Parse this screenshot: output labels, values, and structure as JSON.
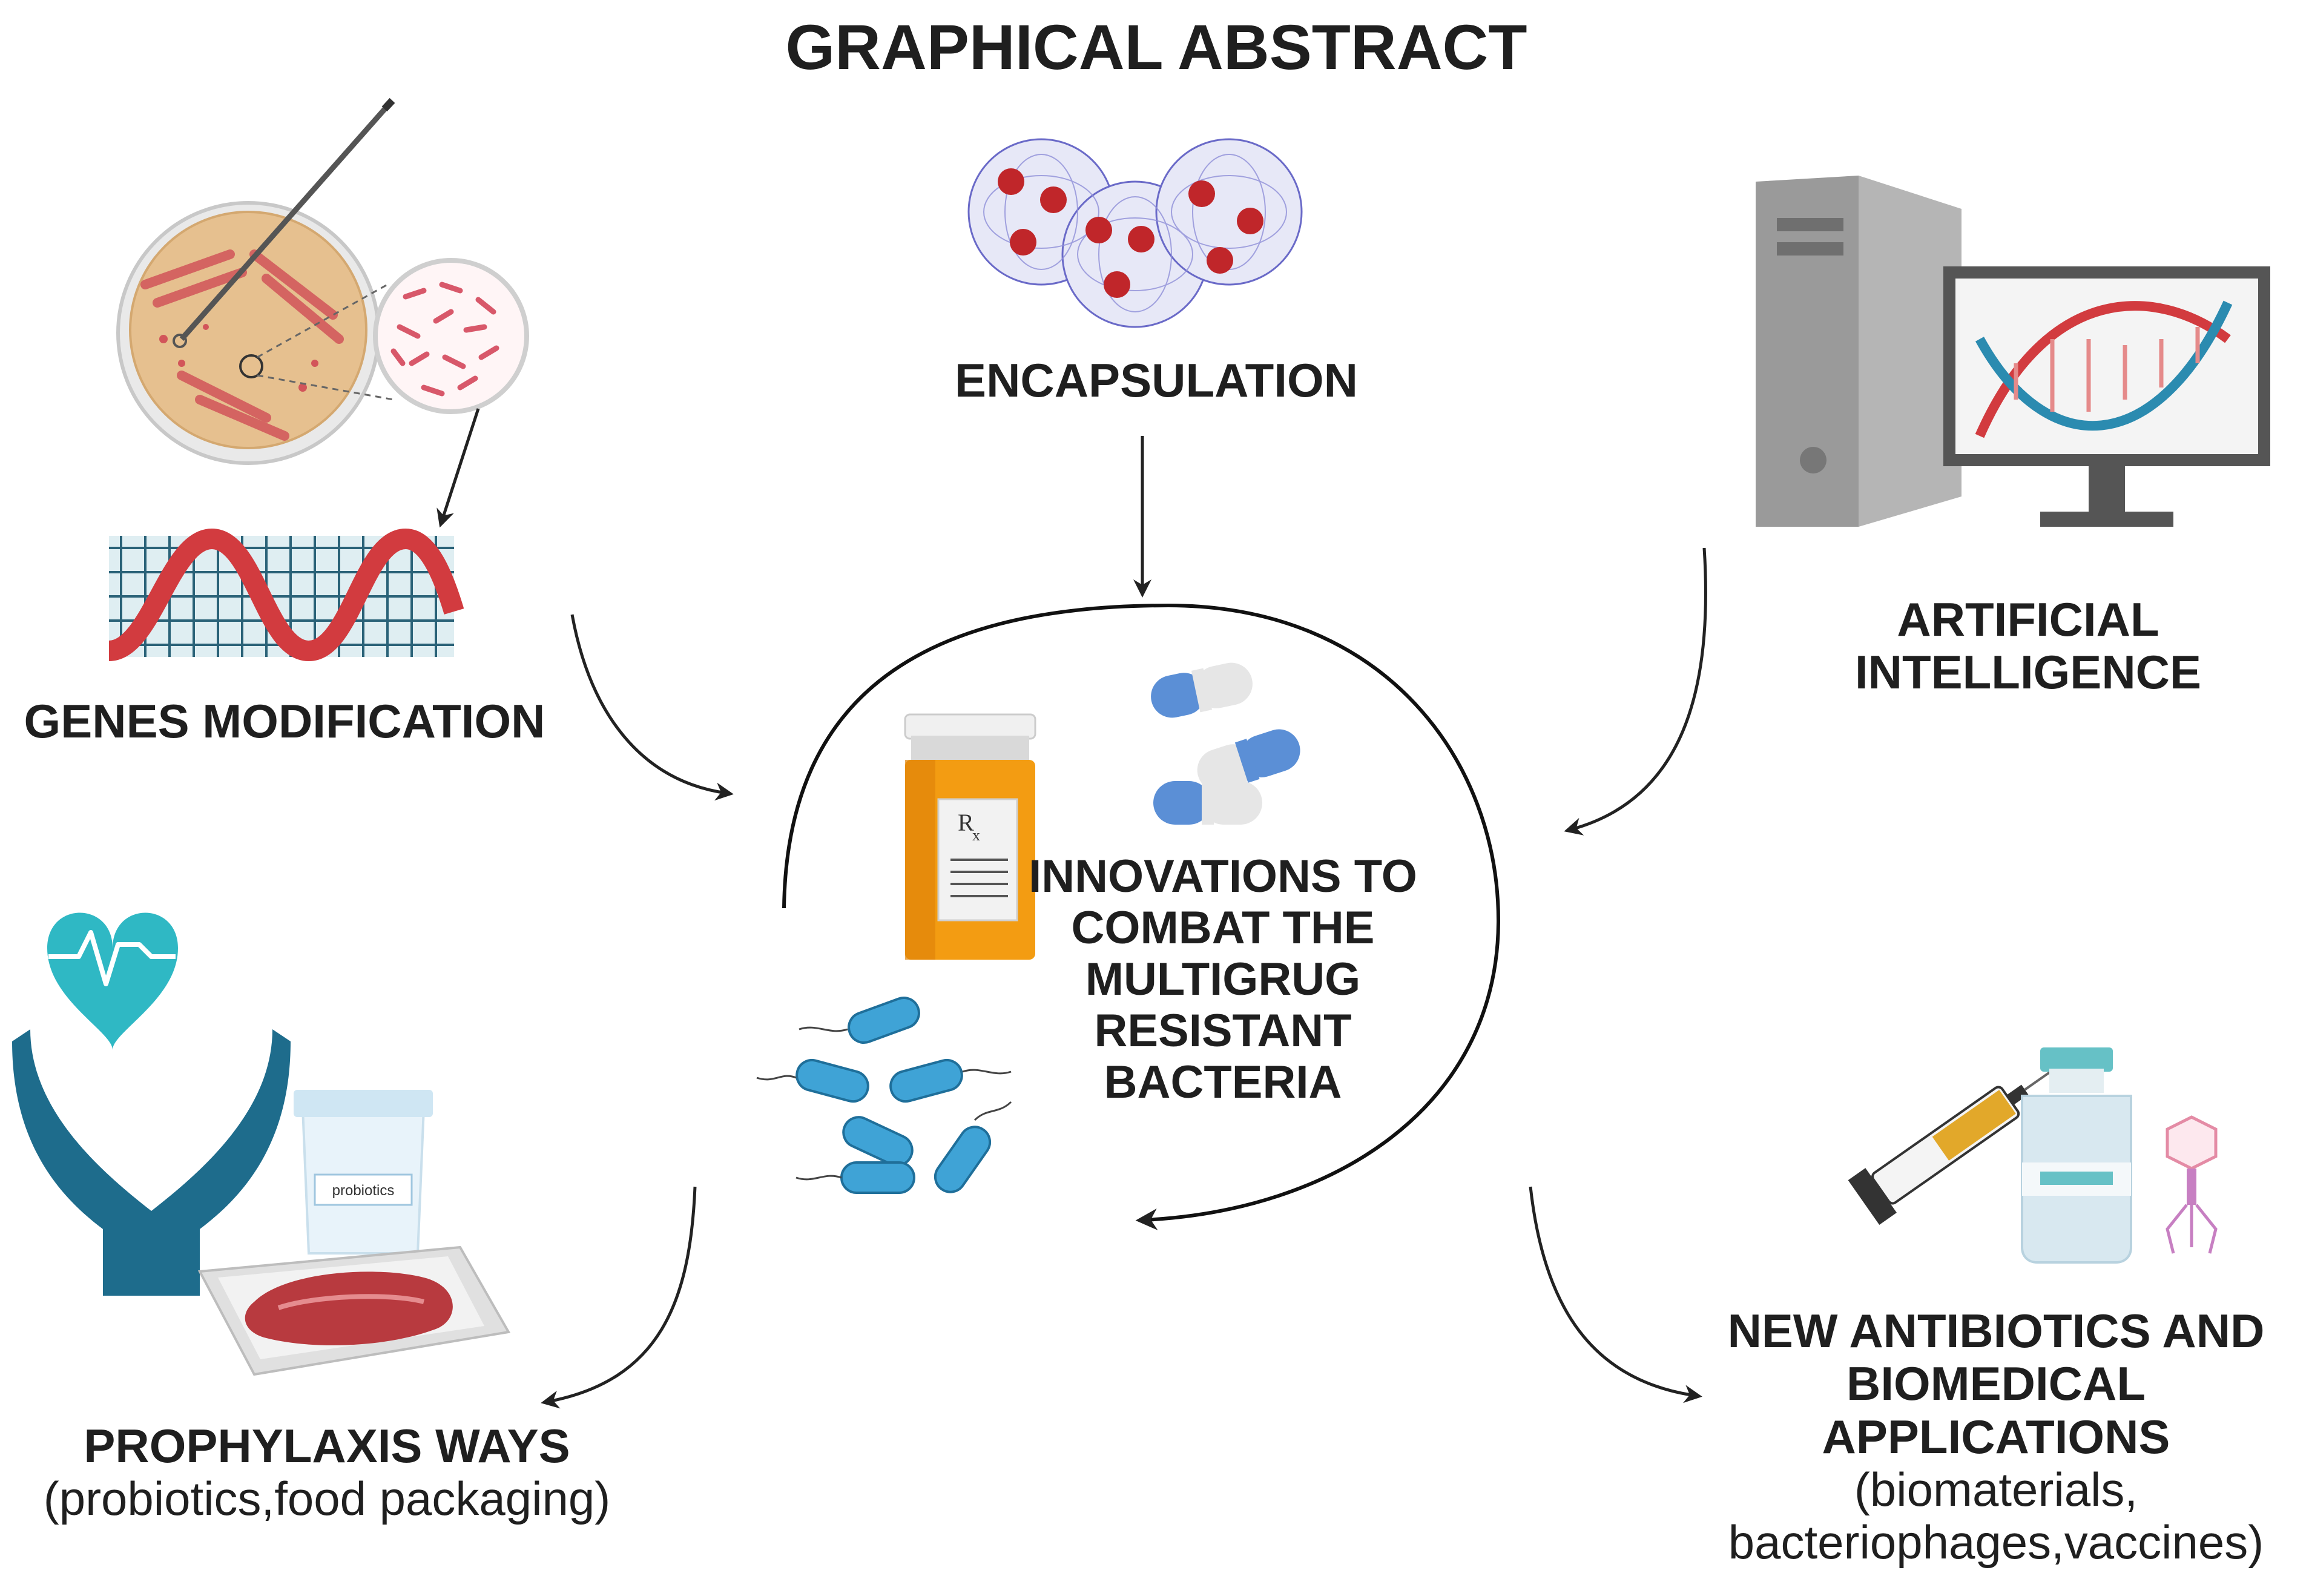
{
  "title": "GRAPHICAL ABSTRACT",
  "center": {
    "lines": [
      "INNOVATIONS TO",
      "COMBAT THE",
      "MULTIGRUG",
      "RESISTANT",
      "BACTERIA"
    ]
  },
  "nodes": {
    "genes": {
      "label": "GENES MODIFICATION"
    },
    "encapsulation": {
      "label": "ENCAPSULATION"
    },
    "ai": {
      "lines": [
        "ARTIFICIAL",
        "INTELLIGENCE"
      ]
    },
    "prophylaxis": {
      "label": "PROPHYLAXIS WAYS",
      "sub": "(probiotics,food packaging)"
    },
    "antibiotics": {
      "lines": [
        "NEW ANTIBIOTICS AND",
        "BIOMEDICAL",
        "APPLICATIONS"
      ],
      "sub_lines": [
        "(biomaterials,",
        "bacteriophages,vaccines)"
      ]
    }
  },
  "icon_text": {
    "rx": "R",
    "rx_sub": "x",
    "yogurt": "probiotics"
  },
  "colors": {
    "text": "#1f1f1f",
    "dna_red": "#d63a3a",
    "dna_blue": "#2b9fc0",
    "pill_blue": "#5b8fd6",
    "bottle_orange": "#f39c12",
    "bacteria_blue": "#3fa3d6",
    "heart_teal": "#2fb8c4",
    "hands_blue": "#1e6c8c",
    "meat_red": "#b83a3f",
    "computer_gray": "#8c8c8c"
  }
}
